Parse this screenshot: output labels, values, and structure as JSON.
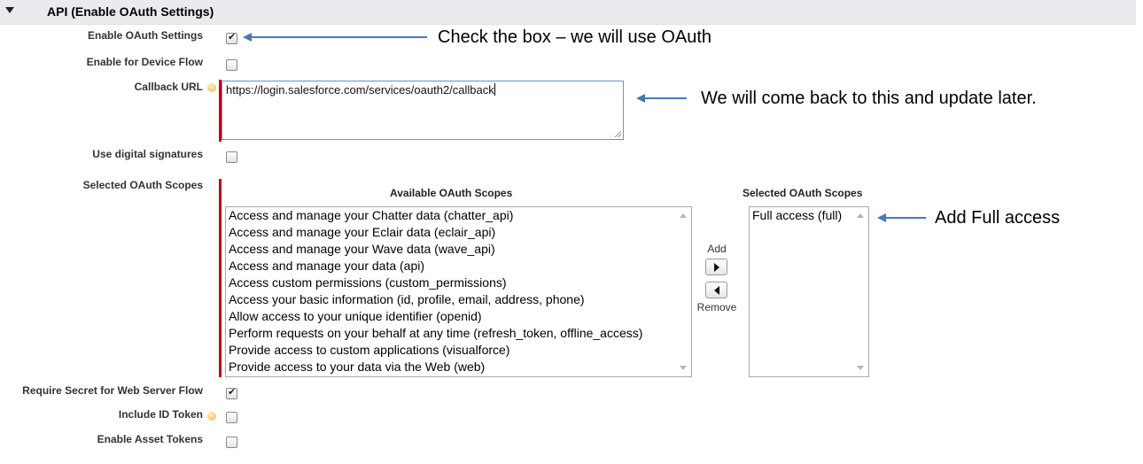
{
  "section": {
    "title": "API (Enable OAuth Settings)"
  },
  "fields": {
    "enable_oauth": {
      "label": "Enable OAuth Settings",
      "checked": true
    },
    "device_flow": {
      "label": "Enable for Device Flow",
      "checked": false
    },
    "callback_url": {
      "label": "Callback URL",
      "value": "https://login.salesforce.com/services/oauth2/callback"
    },
    "digital_signatures": {
      "label": "Use digital signatures",
      "checked": false
    },
    "selected_scopes_label": "Selected OAuth Scopes",
    "require_secret": {
      "label": "Require Secret for Web Server Flow",
      "checked": true
    },
    "include_id_token": {
      "label": "Include ID Token",
      "checked": false
    },
    "asset_tokens": {
      "label": "Enable Asset Tokens",
      "checked": false
    }
  },
  "scopes": {
    "available_header": "Available OAuth Scopes",
    "selected_header": "Selected OAuth Scopes",
    "available": [
      "Access and manage your Chatter data (chatter_api)",
      "Access and manage your Eclair data (eclair_api)",
      "Access and manage your Wave data (wave_api)",
      "Access and manage your data (api)",
      "Access custom permissions (custom_permissions)",
      "Access your basic information (id, profile, email, address, phone)",
      "Allow access to your unique identifier (openid)",
      "Perform requests on your behalf at any time (refresh_token, offline_access)",
      "Provide access to custom applications (visualforce)",
      "Provide access to your data via the Web (web)"
    ],
    "selected": [
      "Full access (full)"
    ],
    "add_label": "Add",
    "remove_label": "Remove"
  },
  "annotations": {
    "check_box": "Check the box – we will use OAuth",
    "callback": "We will come back to this and update later.",
    "full_access": "Add Full access"
  },
  "colors": {
    "required_bar": "#c00000",
    "annotation_arrow": "#4a78b5",
    "header_bg": "#e9ebee"
  }
}
